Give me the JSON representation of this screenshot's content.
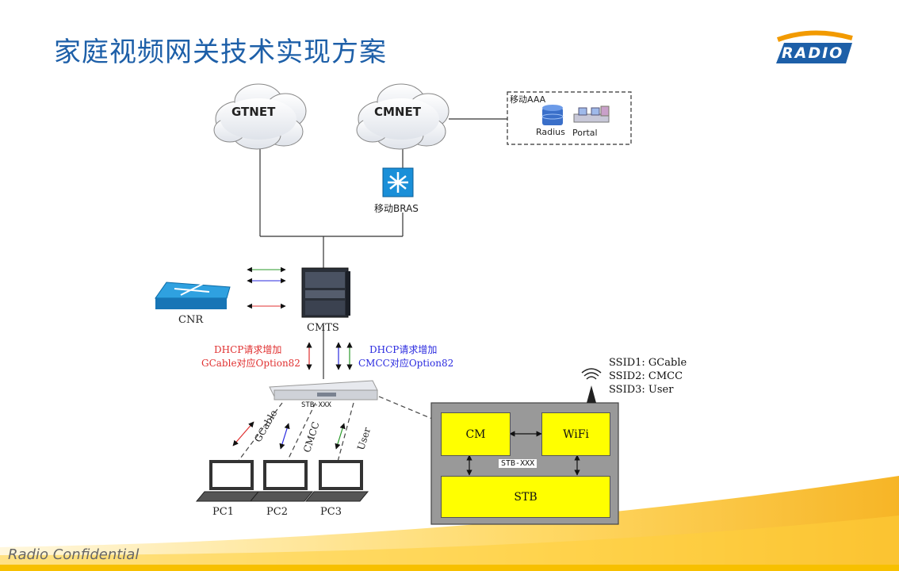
{
  "title": "家庭视频网关技术实现方案",
  "logo_text": "RADIO",
  "footer": "Radio Confidential",
  "nodes": {
    "gtnet": "GTNET",
    "cmnet": "CMNET",
    "aaa_title": "移动AAA",
    "radius": "Radius",
    "portal": "Portal",
    "bras": "移动BRAS",
    "cnr": "CNR",
    "cmts": "CMTS",
    "stb_device": "STB-XXX",
    "pc1": "PC1",
    "pc2": "PC2",
    "pc3": "PC3"
  },
  "dhcp_left": [
    "DHCP请求增加",
    "GCable对应Option82"
  ],
  "dhcp_right": [
    "DHCP请求增加",
    "CMCC对应Option82"
  ],
  "links": {
    "gcable": "GCable",
    "cmcc": "CMCC",
    "user": "User"
  },
  "ssids": [
    "SSID1: GCable",
    "SSID2: CMCC",
    "SSID3: User"
  ],
  "inner": {
    "cm": "CM",
    "wifi": "WiFi",
    "stb_label": "STB-XXX",
    "stb": "STB"
  },
  "colors": {
    "title": "#1d5fa8",
    "accent_yellow": "#ffff00",
    "red": "#e03030",
    "blue": "#2a2adf",
    "green": "#2a9a2a"
  }
}
